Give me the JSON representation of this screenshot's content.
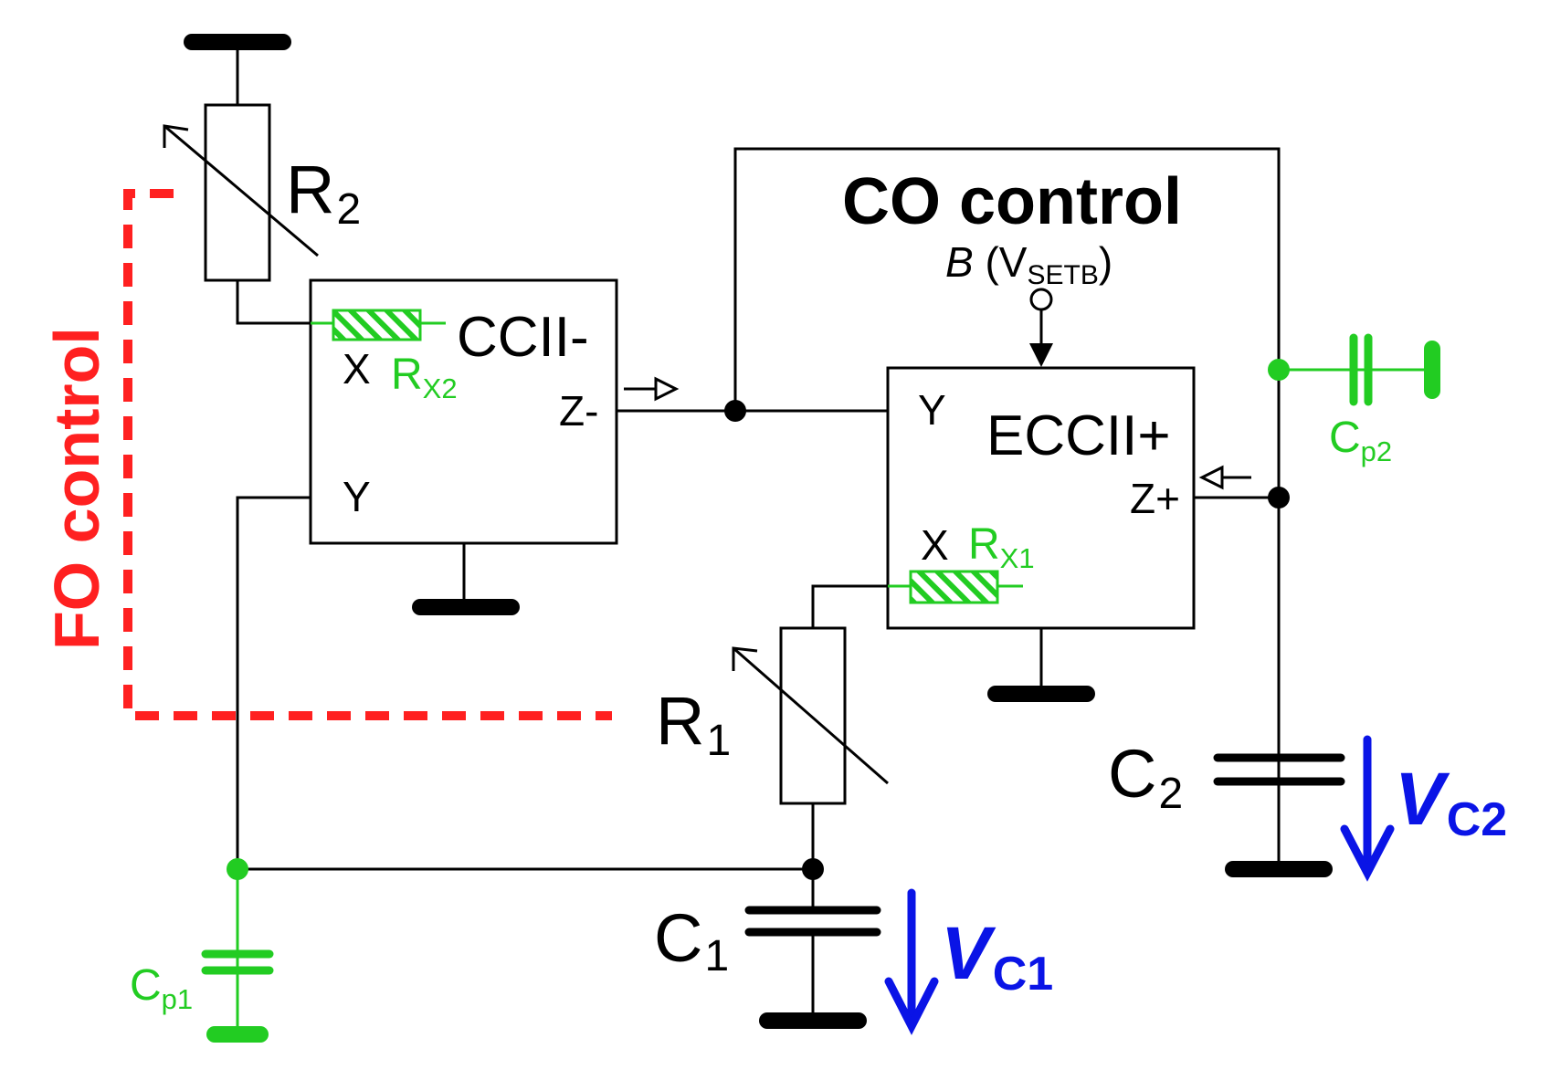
{
  "colors": {
    "wire": "#000000",
    "parasitic": "#22cc22",
    "fo_control": "#ff2020",
    "voltage": "#0a14e6"
  },
  "labels": {
    "r2_main": "R",
    "r2_sub": "2",
    "r1_main": "R",
    "r1_sub": "1",
    "c1_main": "C",
    "c1_sub": "1",
    "c2_main": "C",
    "c2_sub": "2",
    "ccii_minus": "CCII-",
    "eccii_plus": "ECCII+",
    "ccii_x": "X",
    "ccii_y": "Y",
    "ccii_z": "Z-",
    "eccii_y": "Y",
    "eccii_x": "X",
    "eccii_z": "Z+",
    "rx2_main": "R",
    "rx2_sub": "X2",
    "rx1_main": "R",
    "rx1_sub": "X1",
    "cp1_main": "C",
    "cp1_sub": "p1",
    "cp2_main": "C",
    "cp2_sub": "p2",
    "co_control": "CO control",
    "b_letter": "B",
    "b_paren_open": " (V",
    "b_sub": "SETB",
    "b_paren_close": ")",
    "fo_control": "FO control",
    "vc1_main": "V",
    "vc1_sub": "C1",
    "vc2_main": "V",
    "vc2_sub": "C2"
  }
}
